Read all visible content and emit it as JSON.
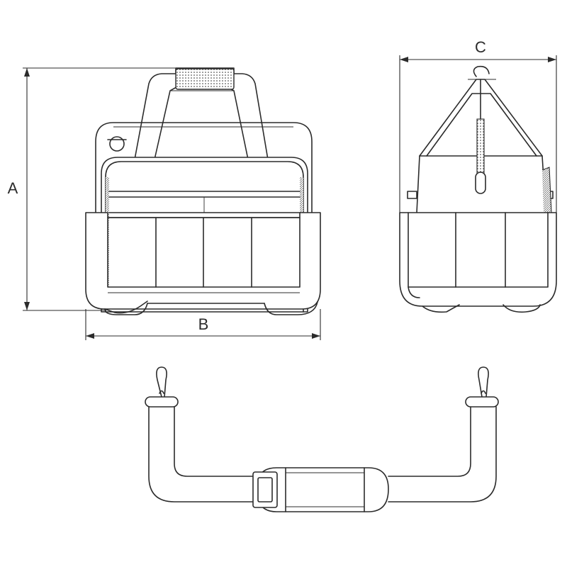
{
  "dimensions": {
    "height_label": "A",
    "width_label": "B",
    "depth_label": "C"
  },
  "views": [
    "front-view",
    "side-view",
    "shoulder-strap"
  ],
  "colors": {
    "line": "#2b2b2b",
    "background": "#ffffff"
  }
}
